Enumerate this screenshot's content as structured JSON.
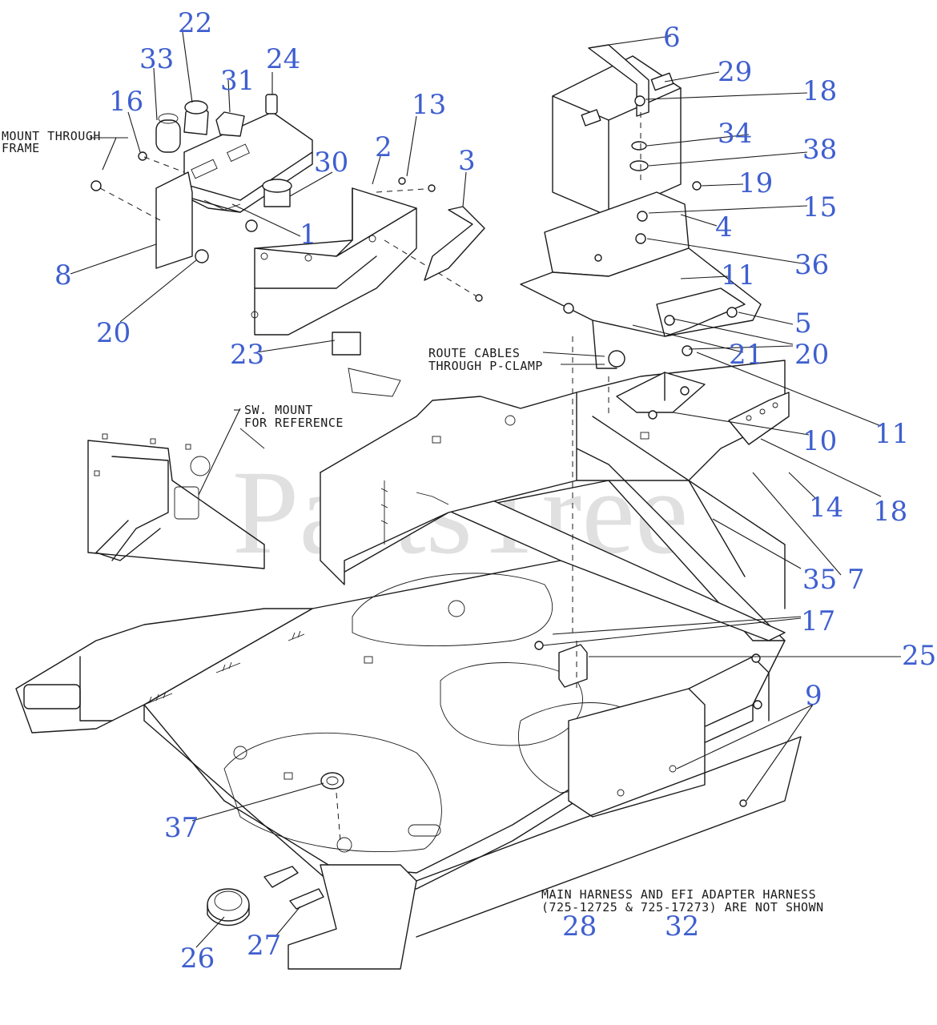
{
  "watermark": "PartsTree",
  "notes": {
    "mount_line1": "MOUNT THROUGH",
    "mount_line2": "FRAME",
    "route_line1": "ROUTE CABLES",
    "route_line2": "THROUGH P-CLAMP",
    "sw_line1": "SW. MOUNT",
    "sw_line2": "FOR REFERENCE",
    "harness_line1": "MAIN HARNESS AND EFI ADAPTER HARNESS",
    "harness_line2": "(725-12725 & 725-17273) ARE NOT SHOWN"
  },
  "callouts": {
    "c1": "1",
    "c2": "2",
    "c3": "3",
    "c4": "4",
    "c5": "5",
    "c6": "6",
    "c7": "7",
    "c8": "8",
    "c9": "9",
    "c10": "10",
    "c11a": "11",
    "c11b": "11",
    "c13": "13",
    "c14": "14",
    "c15": "15",
    "c16": "16",
    "c17": "17",
    "c18a": "18",
    "c18b": "18",
    "c19": "19",
    "c20a": "20",
    "c20b": "20",
    "c21": "21",
    "c22": "22",
    "c23": "23",
    "c24": "24",
    "c25": "25",
    "c26": "26",
    "c27": "27",
    "c28": "28",
    "c29": "29",
    "c30": "30",
    "c31": "31",
    "c32": "32",
    "c33": "33",
    "c34": "34",
    "c35": "35",
    "c36": "36",
    "c37": "37",
    "c38": "38"
  },
  "colors": {
    "callout": "#3f5fcf",
    "line": "#1a1a1a",
    "watermark": "#c8c8c8"
  }
}
